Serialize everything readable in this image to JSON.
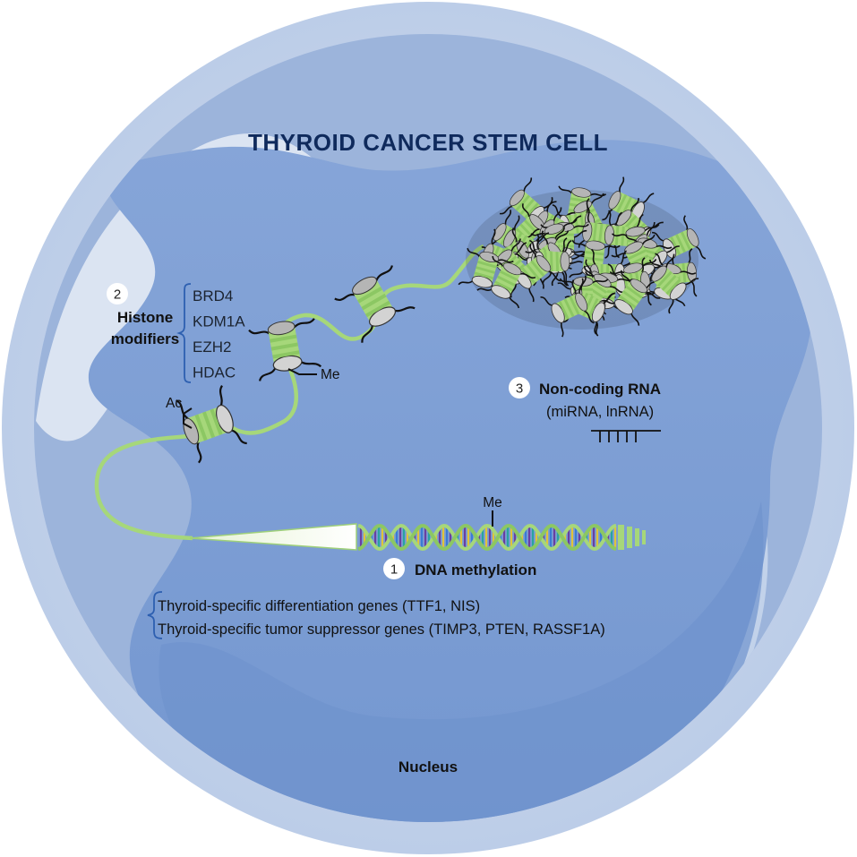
{
  "title": "THYROID CANCER STEM CELL",
  "nucleus_label": "Nucleus",
  "histone": {
    "number": "2",
    "label_line1": "Histone",
    "label_line2": "modifiers",
    "items": [
      "BRD4",
      "KDM1A",
      "EZH2",
      "HDAC"
    ]
  },
  "marks": {
    "acetyl": "Ac",
    "methyl_histone": "Me",
    "methyl_dna": "Me"
  },
  "ncrna": {
    "number": "3",
    "label": "Non-coding RNA",
    "sub": "(miRNA, lnRNA)"
  },
  "dna_methylation": {
    "number": "1",
    "label": "DNA methylation",
    "genes": [
      "Thyroid-specific differentiation genes (TTF1, NIS)",
      "Thyroid-specific tumor suppressor genes (TIMP3, PTEN, RASSF1A)"
    ]
  },
  "colors": {
    "outer_ring": "#c8d6ec",
    "cell_body": "#9fb7dd",
    "cytoplasm_light": "#dfe7f3",
    "nucleus": "#7d9ed3",
    "nucleus_deep": "#6f93cd",
    "chromatin_green": "#a6d77a",
    "histone_grey": "#c9c9c9",
    "title_navy": "#0f2a5c"
  }
}
